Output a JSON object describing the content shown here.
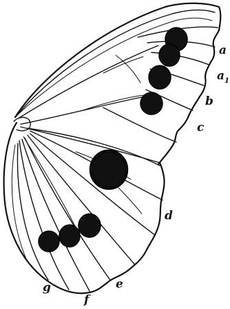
{
  "labels": {
    "a": "a",
    "a1": "a",
    "a1_sub": "1",
    "b": "b",
    "c": "c",
    "d": "d",
    "e": "e",
    "f": "f",
    "g": "g"
  },
  "colors": {
    "ink": "#111111",
    "paper": "#ffffff"
  }
}
